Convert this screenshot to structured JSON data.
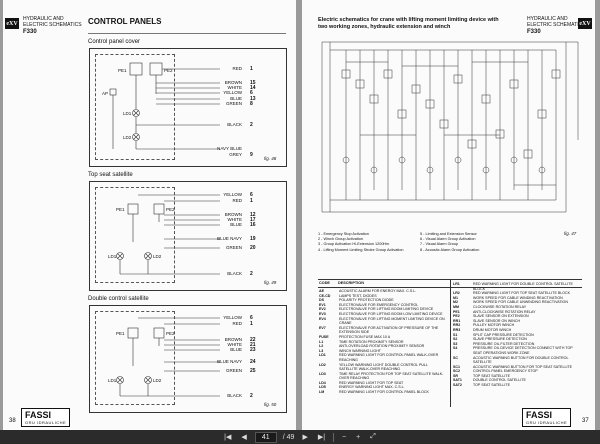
{
  "left_page": {
    "badge": "eXV",
    "header_line1": "HYDRAULIC AND",
    "header_line2": "ELECTRIC SCHEMATICS",
    "header_model": "F330",
    "title": "CONTROL PANELS",
    "section1_title": "Control panel cover",
    "section1_fig": "fig. 48",
    "section1_wires": [
      {
        "label": "RED",
        "num": "1"
      },
      {
        "label": "BROWN",
        "num": "15"
      },
      {
        "label": "WHITE",
        "num": "14"
      },
      {
        "label": "YELLOW",
        "num": "6"
      },
      {
        "label": "BLUE",
        "num": "13"
      },
      {
        "label": "GREEN",
        "num": "8"
      },
      {
        "label": "BLACK",
        "num": "2"
      },
      {
        "label": "NAVY BLUE",
        "num": ""
      },
      {
        "label": "GREY",
        "num": "9"
      }
    ],
    "section1_terms": [
      "PE1",
      "PE2",
      "LD1",
      "LD2",
      "AP"
    ],
    "section2_title": "Top seat satellite",
    "section2_fig": "fig. 49",
    "section2_wires": [
      {
        "label": "YELLOW",
        "num": "6"
      },
      {
        "label": "RED",
        "num": "1"
      },
      {
        "label": "BROWN",
        "num": "12"
      },
      {
        "label": "WHITE",
        "num": "17"
      },
      {
        "label": "BLUE",
        "num": "16"
      },
      {
        "label": "BLUE NAVY",
        "num": "19"
      },
      {
        "label": "GREEN",
        "num": "20"
      },
      {
        "label": "BLACK",
        "num": "2"
      }
    ],
    "section2_terms": [
      "PE1",
      "PE2",
      "LD1",
      "LD2"
    ],
    "section3_title": "Double control satellite",
    "section3_fig": "fig. 50",
    "section3_wires": [
      {
        "label": "YELLOW",
        "num": "6"
      },
      {
        "label": "RED",
        "num": "1"
      },
      {
        "label": "BROWN",
        "num": "22"
      },
      {
        "label": "WHITE",
        "num": "21"
      },
      {
        "label": "BLUE",
        "num": "23"
      },
      {
        "label": "BLUE NAVY",
        "num": "24"
      },
      {
        "label": "GREEN",
        "num": "25"
      },
      {
        "label": "BLACK",
        "num": "2"
      }
    ],
    "section3_terms": [
      "PE1",
      "PE2",
      "LD1",
      "LD2"
    ],
    "page_number": "38",
    "logo": "FASSI",
    "logo_sub": "GRU IDRAULICHE"
  },
  "right_page": {
    "badge": "eXV",
    "header_line1": "HYDRAULIC AND",
    "header_line2": "ELECTRIC SCHEMATICS",
    "header_model": "F330",
    "title": "Electric schematics for crane with lifting moment limiting device with two working zones, hydraulic extension and winch",
    "fig": "fig. 47",
    "notes_left": [
      "1 - Emergency Stop Activation",
      "2 - Winch Group Activation",
      "3 - Group Activation Hi-Extension 1200Hm",
      "4 - Lifting Moment Limiting Stroke Group Activation"
    ],
    "notes_right": [
      "5 - Limiting and Extension Sensor",
      "6 - Visual Alarm Group Activation",
      "7 - Visual Alarm Group",
      "8 - Acoustic Alarm Group Activation"
    ],
    "legend_header_code": "CODE",
    "legend_header_desc": "DESCRIPTION",
    "legend_left": [
      {
        "code": "AE",
        "desc": "ACOUSTIC ALARM FOR ENERGY MAX. C.S.L."
      },
      {
        "code": "CE-CD",
        "desc": "LAMPS TEST, DIODES"
      },
      {
        "code": "DS",
        "desc": "POLARITY PROTECTION DIODE"
      },
      {
        "code": "EV1",
        "desc": "ELECTROVALVE FOR EMERGENCY CONTROL"
      },
      {
        "code": "EV2",
        "desc": "ELECTROVALVE FOR LIFTING BOOM LIMITING DEVICE"
      },
      {
        "code": "EV3",
        "desc": "ELECTROVALVE FOR LIFTING BOOM LOW LIMITING DEVICE"
      },
      {
        "code": "EV4",
        "desc": "ELECTROVALVE FOR LIFTING MOMENT LIMITING DEVICE ON CRANE"
      },
      {
        "code": "EV7",
        "desc": "ELECTROVALVE FOR ACTIVATION OF PRESSURE OF THE EXTENSION SIDE"
      },
      {
        "code": "FUSE",
        "desc": "PROTECTION FUSE MAX 10 A"
      },
      {
        "code": "L1",
        "desc": "TIME ROTATION PROXIMITY SENSOR"
      },
      {
        "code": "L2",
        "desc": "ANTI-OVERLOAD ROTATION PROXIMITY SENSOR"
      },
      {
        "code": "L3",
        "desc": "WINCH WARNING LIGHT"
      },
      {
        "code": "LD1",
        "desc": "RED WARNING LIGHT FOR CONTROL PANEL WALK-OVER REACHING"
      },
      {
        "code": "LD2",
        "desc": "YELLOW WARNING LIGHT DOUBLE CONTROL PULL SATELLITE WALK-OVER REACHING"
      },
      {
        "code": "LD3",
        "desc": "TIME RELAY PROTECTION FOR TOP SEAT SATELLITE WALK-OVER REACHING"
      },
      {
        "code": "LD4",
        "desc": "RED WARNING LIGHT FOR TOP SEAT"
      },
      {
        "code": "LD5",
        "desc": "ENERGY WARNING LIGHT MAX. C.S.L."
      },
      {
        "code": "LM",
        "desc": "RED WARNING LIGHT FOR CONTROL PANEL BLOCK"
      }
    ],
    "legend_right": [
      {
        "code": "LR1",
        "desc": "RED WARNING LIGHT FOR DOUBLE CONTROL SATELLITE BLOCK"
      },
      {
        "code": "LR2",
        "desc": "RED WARNING LIGHT FOR TOP SEAT SATELLITE BLOCK"
      },
      {
        "code": "M1",
        "desc": "WORK SPEED FOR CABLE WINDING REACTIVATION"
      },
      {
        "code": "M2",
        "desc": "WORK SPEED FOR CABLE UNWINDING REACTIVATION"
      },
      {
        "code": "MM",
        "desc": "CLOCKWISE ROTATION RELAY"
      },
      {
        "code": "PE1",
        "desc": "ANTI-CLOCKWISE ROTATION RELAY"
      },
      {
        "code": "PE2",
        "desc": "SLAVE SENSOR ON EXTENSION"
      },
      {
        "code": "RR1",
        "desc": "SLAVE SENSOR ON WINCH"
      },
      {
        "code": "RR2",
        "desc": "PULLEY MOTOR WINCH"
      },
      {
        "code": "RR3",
        "desc": "DRUM MOTOR WINCH"
      },
      {
        "code": "S1",
        "desc": "SPLIT CAP PRESSURE DETECTION"
      },
      {
        "code": "S2",
        "desc": "SLAVE PRESSURE DETECTION"
      },
      {
        "code": "S3",
        "desc": "PRESSURE OIL FILTER DETECTION"
      },
      {
        "code": "S4",
        "desc": "PRESSURE OIL DEVICE DETECTION CONNECT WITH TOP SEAT OPERATIONS WORK ZONE"
      },
      {
        "code": "SC",
        "desc": "ACOUSTIC WARNING BUTTON FOR DOUBLE CONTROL SATELLITE"
      },
      {
        "code": "SC1",
        "desc": "ACOUSTIC WARNING BUTTON FOR TOP SEAT SATELLITE"
      },
      {
        "code": "SC2",
        "desc": "CONTROL PANEL EMERGENCY STOP"
      },
      {
        "code": "SR",
        "desc": "TOP SEAT SATELLITE"
      },
      {
        "code": "SAT1",
        "desc": "DOUBLE CONTROL SATELLITE"
      },
      {
        "code": "SAT2",
        "desc": "TOP SEAT SATELLITE"
      }
    ],
    "page_number": "37",
    "logo": "FASSI",
    "logo_sub": "GRU IDRAULICHE"
  },
  "toolbar": {
    "first_icon": "first-page-icon",
    "prev_icon": "prev-page-icon",
    "current_page": "41",
    "total_pages": "/ 49",
    "next_icon": "next-page-icon",
    "last_icon": "last-page-icon",
    "zoom_out_icon": "zoom-out-icon",
    "zoom_in_icon": "zoom-in-icon",
    "fullscreen_icon": "fullscreen-icon"
  }
}
